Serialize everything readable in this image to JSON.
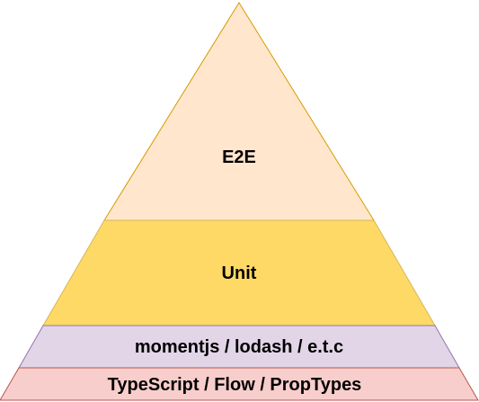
{
  "diagram": {
    "layers": [
      {
        "label": "E2E",
        "fill": "#ffe6cc",
        "stroke": "#d79b00"
      },
      {
        "label": "Unit",
        "fill": "#ffd966",
        "stroke": "#d6b656"
      },
      {
        "label": "momentjs / lodash / e.t.c",
        "fill": "#e1d5e7",
        "stroke": "#9673a6"
      },
      {
        "label": "TypeScript / Flow / PropTypes",
        "fill": "#f8cecc",
        "stroke": "#b85450"
      }
    ]
  }
}
